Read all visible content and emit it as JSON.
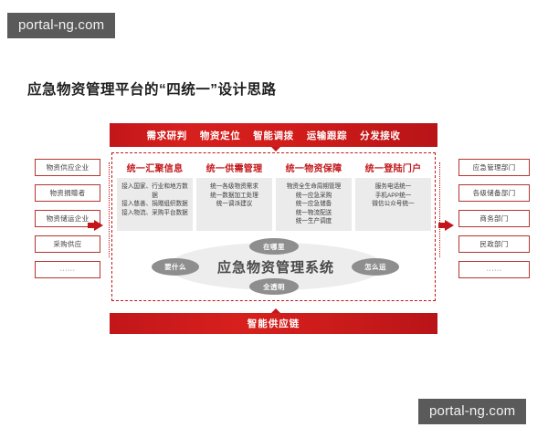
{
  "watermarks": {
    "top": "portal-ng.com",
    "bottom": "portal-ng.com"
  },
  "title": "应急物资管理平台的“四统一”设计思路",
  "colors": {
    "accent_red": "#c2161a",
    "box_border_red": "#b5342f",
    "panel_gray": "#ebebeb",
    "bubble_gray": "#8e8e8e",
    "center_gray": "#ededed",
    "watermark_bg": "#5a5a5a"
  },
  "top_bar": {
    "items": [
      "需求研判",
      "物资定位",
      "智能调拨",
      "运输跟踪",
      "分发接收"
    ]
  },
  "pillars": [
    {
      "heading": "统一汇聚信息",
      "lines": [
        "接入国家、行业和地方数据",
        "接入慈善、捐赠组织数据",
        "接入物流、采购平台数据"
      ]
    },
    {
      "heading": "统一供需管理",
      "lines": [
        "统一各级物资需求",
        "统一数据加工处理",
        "统一调派建议"
      ]
    },
    {
      "heading": "统一物资保障",
      "lines": [
        "物资全生命周期管理",
        "统一应急采购",
        "统一应急储备",
        "统一物流配送",
        "统一生产调度"
      ]
    },
    {
      "heading": "统一登陆门户",
      "lines": [
        "服务电话统一",
        "手机APP统一",
        "微信公众号统一"
      ]
    }
  ],
  "center": {
    "label": "应急物资管理系统",
    "bubbles": {
      "top": "在哪里",
      "bottom": "全透明",
      "left": "要什么",
      "right": "怎么运"
    }
  },
  "bottom_bar": {
    "label": "智能供应链"
  },
  "left_boxes": [
    "物资供应企业",
    "物资捐赠者",
    "物资储运企业",
    "采购供应",
    "······"
  ],
  "right_boxes": [
    "应急管理部门",
    "各级储备部门",
    "商务部门",
    "民政部门",
    "······"
  ]
}
